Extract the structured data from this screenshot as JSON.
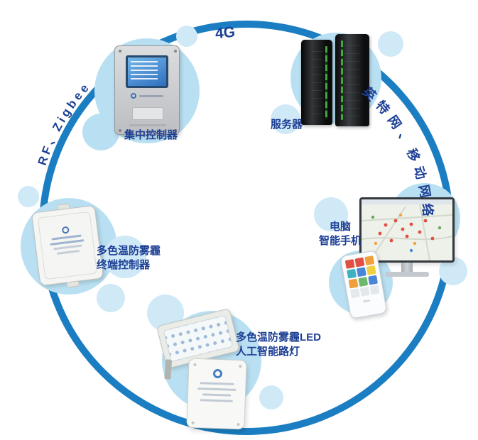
{
  "colors": {
    "ring": "#1b7ec2",
    "bubble": "#b9e0f2",
    "label": "#1d3f94"
  },
  "connections": {
    "top": "4G",
    "left": "RF、Zigbee",
    "right": "英特网、移动网络"
  },
  "nodes": {
    "controller": {
      "label": "集中控制器"
    },
    "server": {
      "label": "服务器"
    },
    "client": {
      "label_line1": "电脑",
      "label_line2": "智能手机"
    },
    "terminal": {
      "label_line1": "多色温防雾霾",
      "label_line2": "终端控制器"
    },
    "lamp": {
      "label_line1": "多色温防雾霾LED",
      "label_line2": "人工智能路灯"
    }
  },
  "icons": {
    "controller": "central-controller-device",
    "server": "server-tower-icon",
    "monitor": "desktop-monitor-map-icon",
    "phone": "smartphone-apps-icon",
    "terminal": "terminal-controller-box-icon",
    "led_panel": "led-panel-light-icon",
    "led_lamp": "led-street-lamp-icon"
  }
}
